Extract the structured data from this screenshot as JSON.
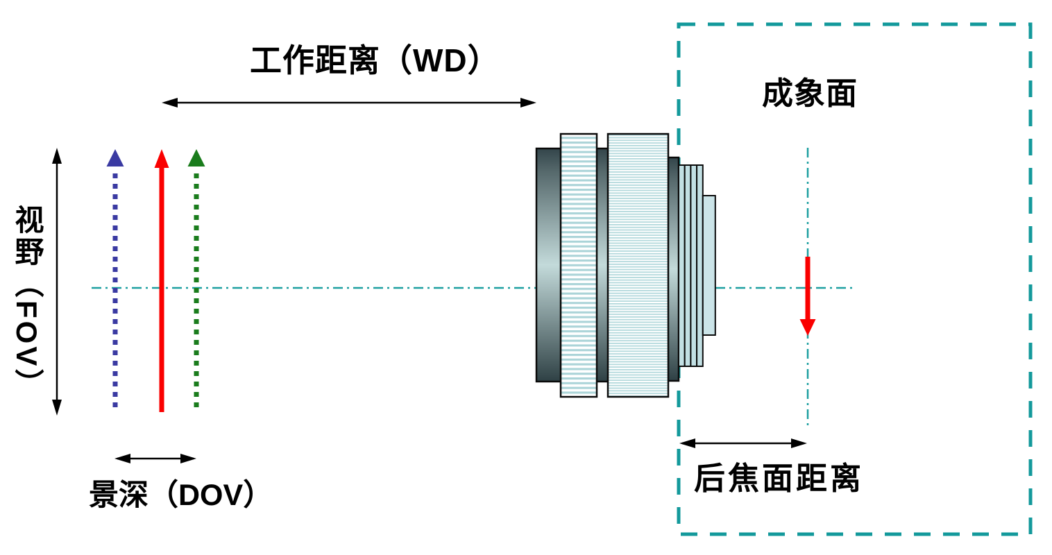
{
  "diagram": {
    "labels": {
      "working_distance": {
        "cn": "工作距离",
        "open": "（",
        "abbr": "WD",
        "close": "）"
      },
      "field_of_view": {
        "cn": "视野",
        "open": "（",
        "abbr": "FOV",
        "close": "）"
      },
      "depth_of_view": {
        "cn": "景深",
        "open": "（",
        "abbr": "DOV",
        "close": "）"
      },
      "image_plane": "成象面",
      "back_focal_distance": "后焦面距离"
    },
    "colors": {
      "axis_teal": "#1C9FA0",
      "image_plane_box_teal": "#13999B",
      "object_arrow_red": "#FA0000",
      "object_arrow_blue": "#3A3AA2",
      "object_arrow_green": "#1A7C1C",
      "measure_arrow_black": "#000000",
      "lens_stripe_teal": "#B2D8DC",
      "lens_glass_blue": "#C2E0E4"
    }
  }
}
